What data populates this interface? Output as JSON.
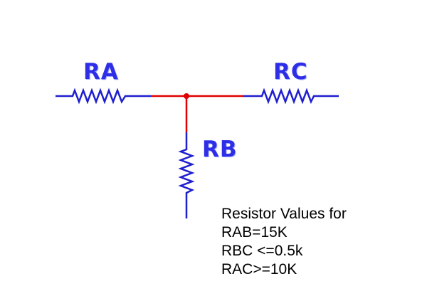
{
  "labels": {
    "ra": "RA",
    "rb": "RB",
    "rc": "RC"
  },
  "notes": {
    "line1": "Resistor Values for",
    "line2": "RAB=15K",
    "line3": "RBC <=0.5k",
    "line4": "RAC>=10K"
  },
  "colors": {
    "resistor_wire": "#1f1fcf",
    "junction_wire": "#e00000",
    "label": "#2e2ee6",
    "text": "#000000"
  }
}
